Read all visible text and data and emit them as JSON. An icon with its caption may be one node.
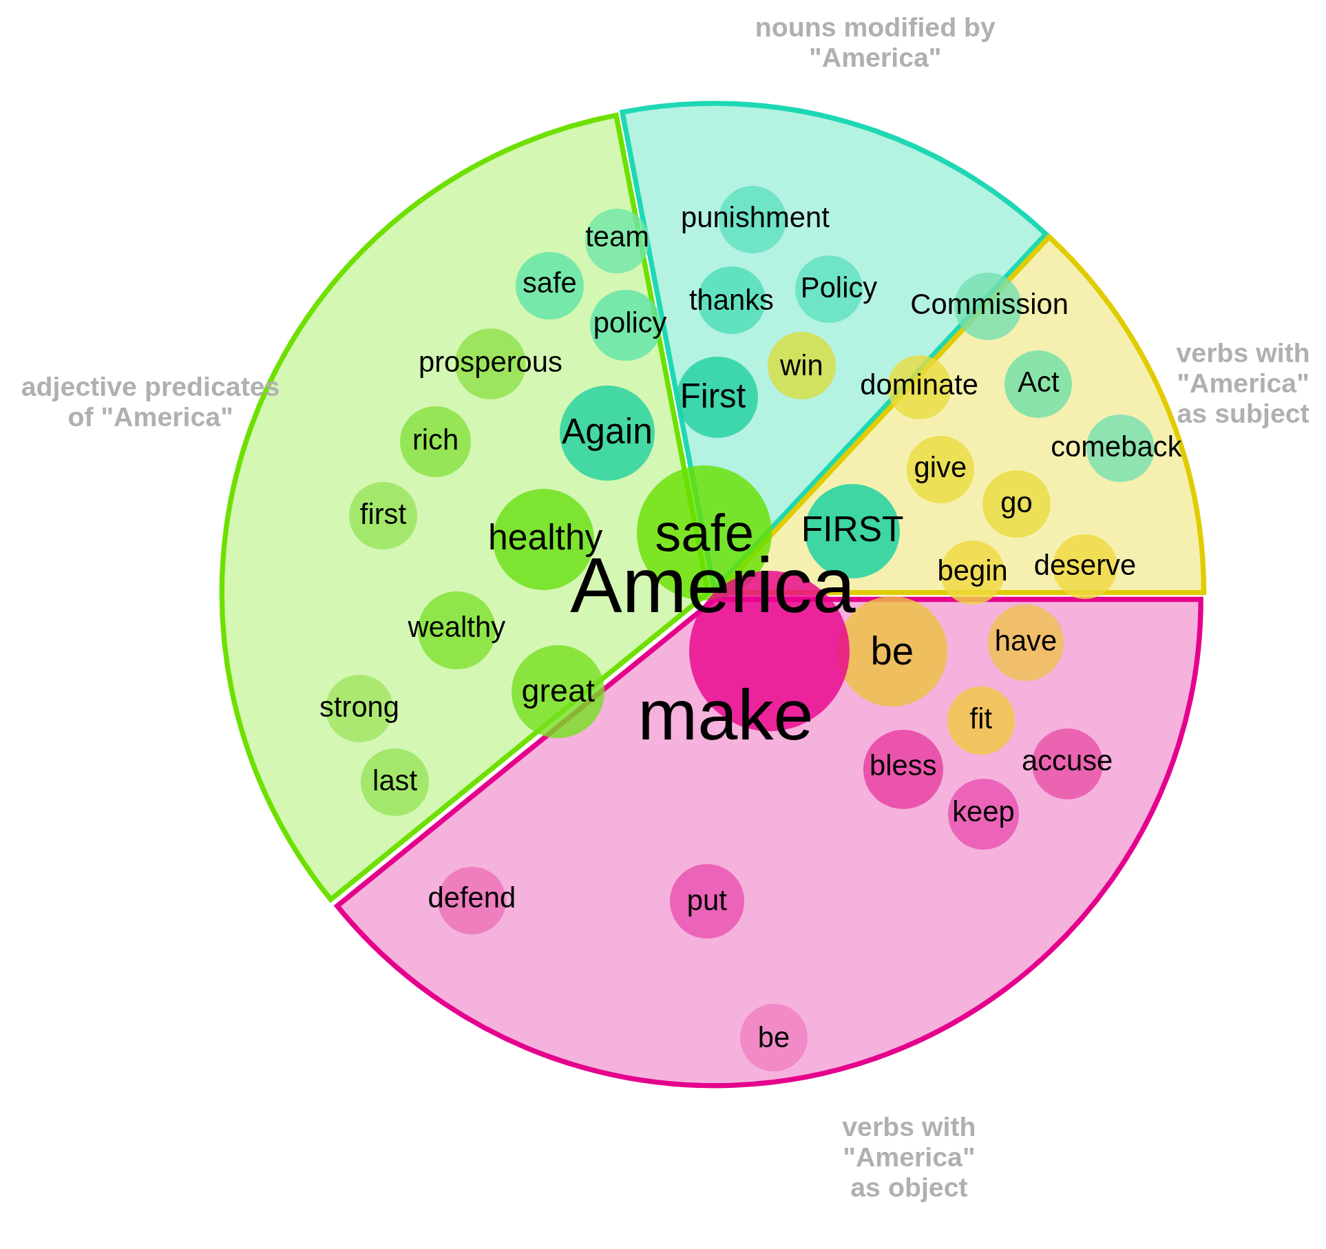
{
  "diagram": {
    "nodes": [
      {
        "text": [
          "nouns modified by \"America\""
        ]
      },
      {
        "text": [
          "punishment"
        ],
        "in": 0
      },
      {
        "text": [
          "thanks"
        ],
        "in": 0
      },
      {
        "text": [
          "Policy"
        ],
        "in": 0
      },
      {
        "text": [
          "win"
        ],
        "in": 0
      },
      {
        "text": [
          "First"
        ],
        "in": 0
      },
      {
        "text": [
          "adjective predicates of \"America\""
        ]
      },
      {
        "text": [
          "team"
        ],
        "in": 6
      },
      {
        "text": [
          "safe"
        ],
        "in": 6
      },
      {
        "text": [
          "policy"
        ],
        "in": 6
      },
      {
        "text": [
          "prosperous"
        ],
        "in": 6
      },
      {
        "text": [
          "Again"
        ],
        "in": 6
      },
      {
        "text": [
          "rich"
        ],
        "in": 6
      },
      {
        "text": [
          "first"
        ],
        "in": 6
      },
      {
        "text": [
          "healthy"
        ],
        "in": 6
      },
      {
        "text": [
          "wealthy"
        ],
        "in": 6
      },
      {
        "text": [
          "great"
        ],
        "in": 6
      },
      {
        "text": [
          "strong"
        ],
        "in": 6
      },
      {
        "text": [
          "last"
        ],
        "in": 6
      },
      {
        "text": [
          "verbs with \"America\" as subject"
        ]
      },
      {
        "text": [
          "Act"
        ],
        "in": 19
      },
      {
        "text": [
          "comeback"
        ],
        "in": 19
      },
      {
        "text": [
          "give"
        ],
        "in": 19
      },
      {
        "text": [
          "go"
        ],
        "in": 19
      },
      {
        "text": [
          "verbs with \"America\" as object"
        ]
      },
      {
        "text": [
          "be"
        ],
        "in": 24
      },
      {
        "text": [
          "have"
        ],
        "in": 24
      },
      {
        "text": [
          "fit"
        ],
        "in": 24
      },
      {
        "text": [
          "bless"
        ],
        "in": 24
      },
      {
        "text": [
          "accuse"
        ],
        "in": 24
      },
      {
        "text": [
          "keep"
        ],
        "in": 24
      },
      {
        "text": [
          "defend"
        ],
        "in": 24
      },
      {
        "text": [
          "put"
        ],
        "in": 24
      },
      {
        "text": [
          "be"
        ],
        "in": 24
      },
      {
        "text": [
          "safe"
        ],
        "in": 0
      },
      {
        "text": [
          "Commission"
        ],
        "in": 19
      },
      {
        "text": [
          "dominate"
        ],
        "in": 19
      },
      {
        "text": [
          "FIRST"
        ],
        "in": 19
      },
      {
        "text": [
          "begin"
        ],
        "in": 19
      },
      {
        "text": [
          "deserve"
        ]
      },
      {
        "text": [
          "make"
        ]
      }
    ],
    "labels": [
      "America"
    ]
  }
}
